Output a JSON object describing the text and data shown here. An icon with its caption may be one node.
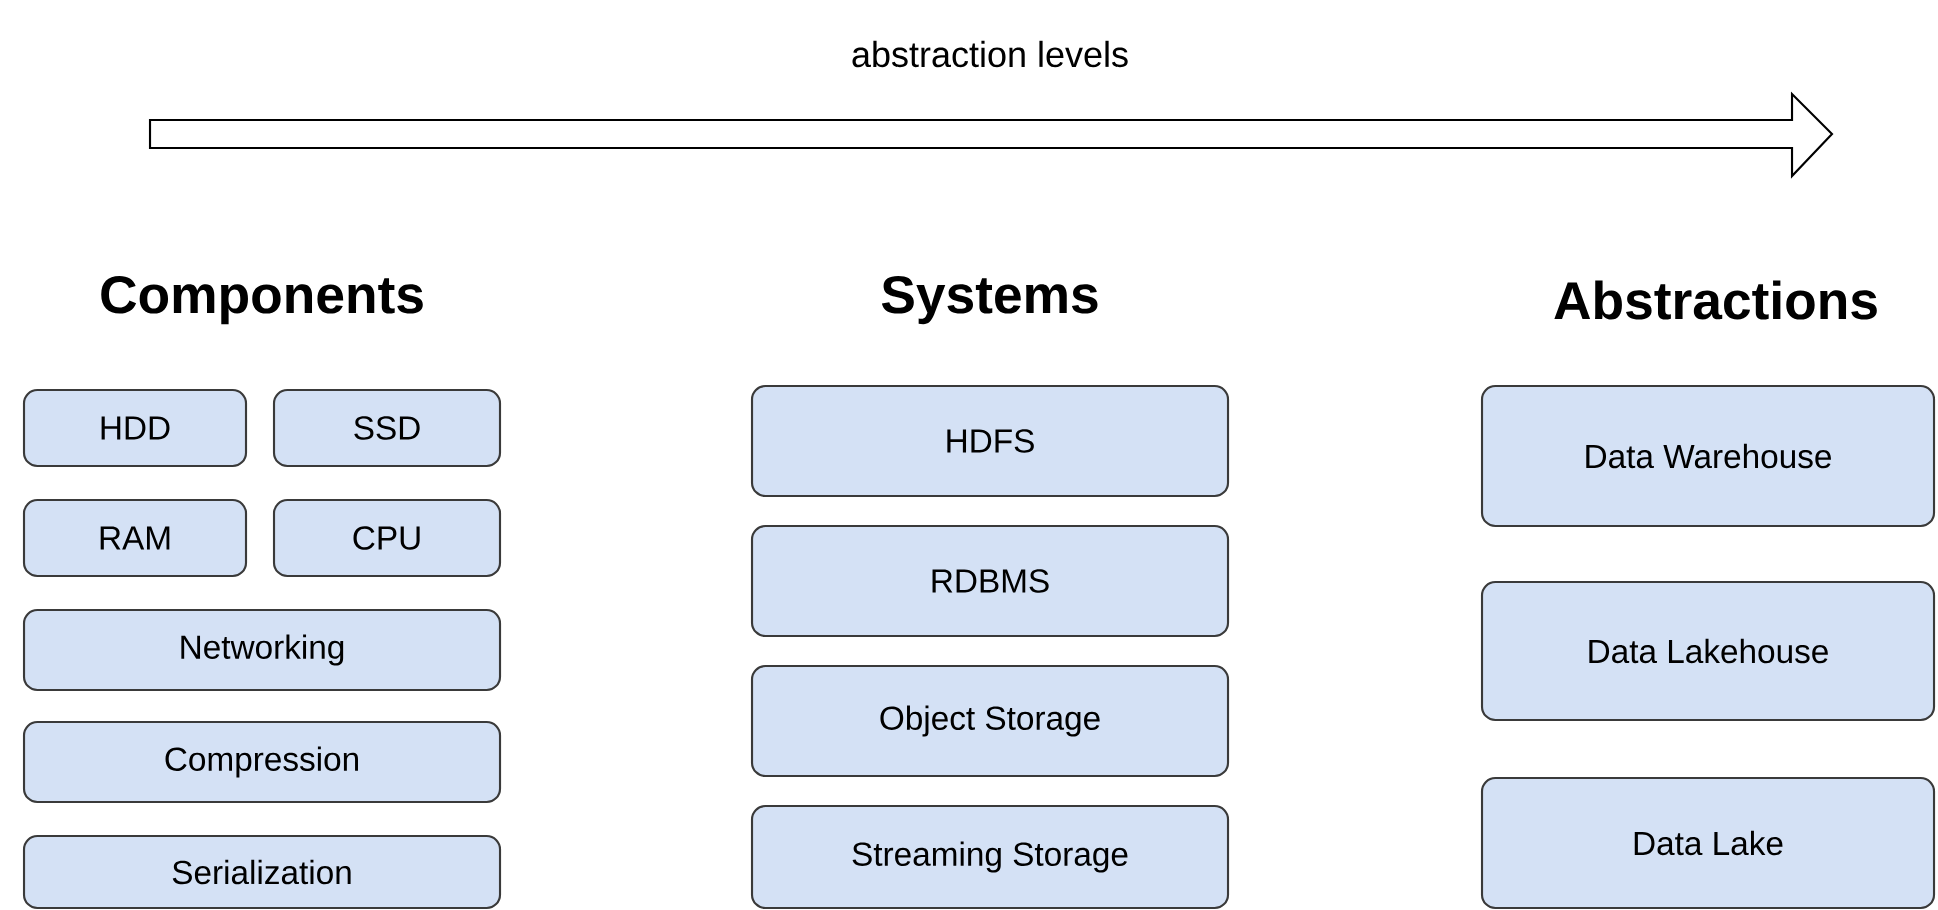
{
  "diagram": {
    "nodes": [
      {
        "text": [
          "HDD"
        ]
      },
      {
        "text": [
          "SSD"
        ]
      },
      {
        "text": [
          "RAM"
        ]
      },
      {
        "text": [
          "CPU"
        ]
      },
      {
        "text": [
          "Networking"
        ]
      },
      {
        "text": [
          "Compression"
        ]
      },
      {
        "text": [
          "Serialization"
        ]
      },
      {
        "text": [
          "HDFS"
        ]
      },
      {
        "text": [
          "RDBMS"
        ]
      },
      {
        "text": [
          "Object Storage"
        ]
      },
      {
        "text": [
          "Streaming Storage"
        ]
      },
      {
        "text": [
          "Data Warehouse"
        ]
      },
      {
        "text": [
          "Data Lakehouse"
        ]
      },
      {
        "text": [
          "Data Lake"
        ]
      }
    ],
    "labels": [
      "abstraction levels",
      "Components",
      "Systems",
      "Abstractions"
    ]
  }
}
